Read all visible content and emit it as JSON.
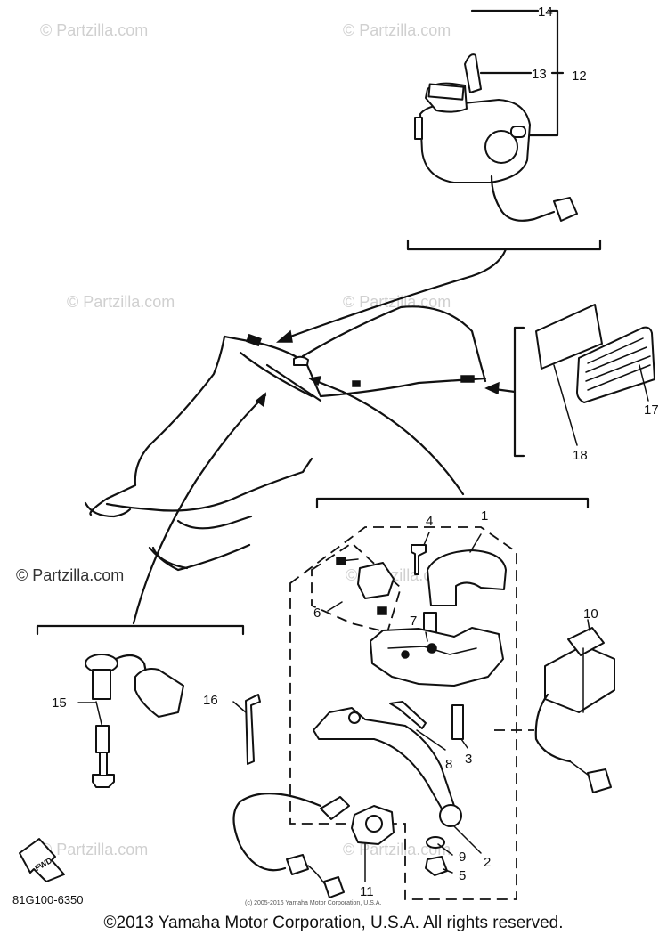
{
  "watermarks": {
    "text": "© Partzilla.com",
    "prominent": "© Partzilla.com"
  },
  "callouts": [
    "1",
    "2",
    "3",
    "4",
    "5",
    "6",
    "7",
    "8",
    "9",
    "10",
    "11",
    "12",
    "13",
    "14",
    "15",
    "16",
    "17",
    "18"
  ],
  "drawing_code": "81G100-6350",
  "fwd_label": "FWD",
  "small_print": "(c) 2005-2016 Yamaha Motor Corporation, U.S.A.",
  "copyright": "©2013 Yamaha Motor Corporation, U.S.A. All rights reserved."
}
